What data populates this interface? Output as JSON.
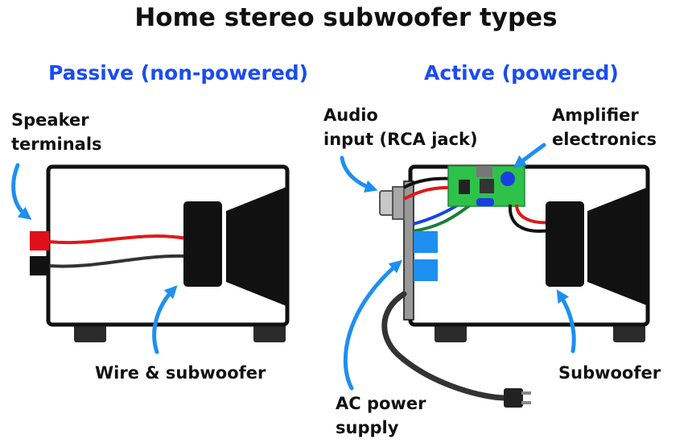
{
  "title": "Home stereo subwoofer types",
  "colors": {
    "heading": "#1a4cf0",
    "arrow": "#1e8ff0",
    "ink": "#111111",
    "wire_red": "#e01818",
    "wire_black": "#333333",
    "wire_blue": "#1a44e0",
    "wire_green": "#16803a",
    "circuit_board": "#2ec24a",
    "connector_blue": "#1e8ff0",
    "terminal_red": "#e0101a"
  },
  "passive": {
    "heading": "Passive (non-powered)",
    "labels": {
      "terminals": [
        "Speaker",
        "terminals"
      ],
      "wire_sub": "Wire & subwoofer"
    }
  },
  "active": {
    "heading": "Active (powered)",
    "labels": {
      "audio_input": [
        "Audio",
        "input (RCA jack)"
      ],
      "amplifier": [
        "Amplifier",
        "electronics"
      ],
      "ac_power": [
        "AC power",
        "supply"
      ],
      "subwoofer": "Subwoofer"
    }
  }
}
